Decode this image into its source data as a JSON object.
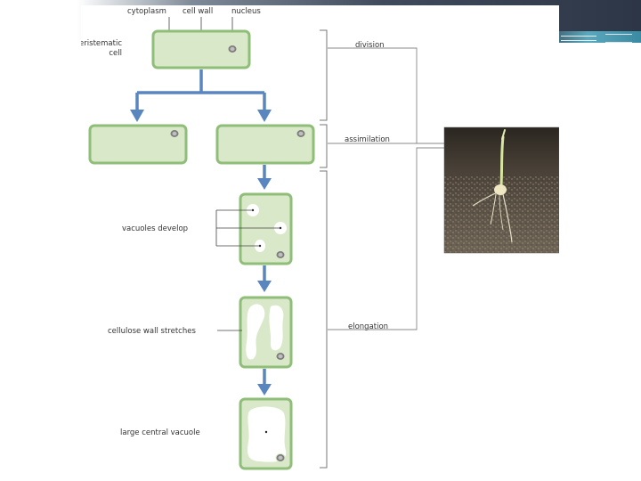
{
  "labels": {
    "cytoplasm": "cytoplasm",
    "cell_wall": "cell wall",
    "nucleus": "nucleus",
    "meristematic": "meristematic",
    "cell": "cell",
    "vacuoles_develop": "vacuoles develop",
    "cellulose_wall_stretches": "cellulose wall stretches",
    "large_central_vacuole": "large central vacuole"
  },
  "stages": {
    "division": "division",
    "assimilation": "assimilation",
    "elongation": "elongation"
  },
  "colors": {
    "cell_fill": "#d9e8c8",
    "cell_border": "#8fbe78",
    "arrow": "#5a86bf"
  }
}
